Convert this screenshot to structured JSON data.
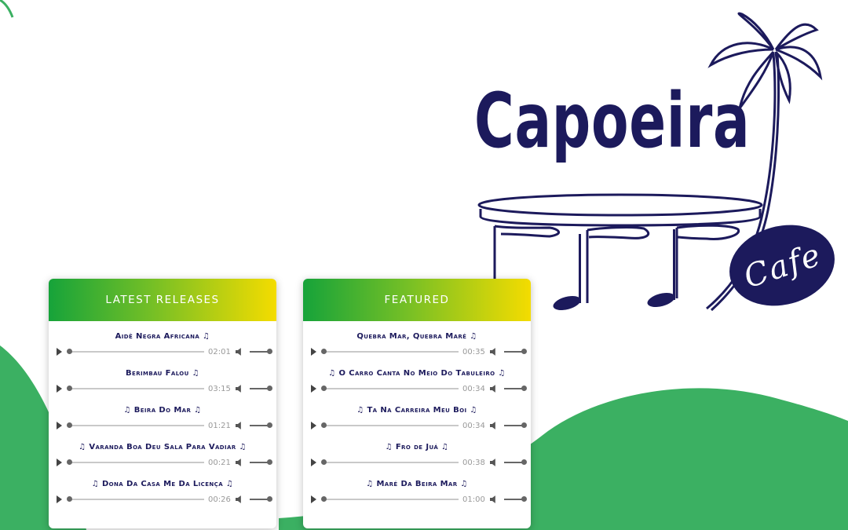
{
  "brand": {
    "name": "Capoeira",
    "sub": "Cafe",
    "navy": "#1c1a5c",
    "green": "#3bb062"
  },
  "latest": {
    "heading": "LATEST RELEASES",
    "tracks": [
      {
        "title": "Aidê Negra Africana ♫",
        "duration": "02:01"
      },
      {
        "title": "Berimbau Falou ♫",
        "duration": "03:15"
      },
      {
        "title": "♫ Beira Do Mar ♫",
        "duration": "01:21"
      },
      {
        "title": "♫ Varanda Boa Deu Sala Para Vadiar ♫",
        "duration": "00:21"
      },
      {
        "title": "♫ Dona Da Casa Me Da Licença ♫",
        "duration": "00:26"
      }
    ]
  },
  "featured": {
    "heading": "FEATURED",
    "tracks": [
      {
        "title": "Quebra Mar, Quebra Maré ♫",
        "duration": "00:35"
      },
      {
        "title": "♫ O Carro Canta No Meio Do Tabuleiro ♫",
        "duration": "00:34"
      },
      {
        "title": "♫ Ta Na Carreira Meu Boi ♫",
        "duration": "00:34"
      },
      {
        "title": "♫ Fro de Juá ♫",
        "duration": "00:38"
      },
      {
        "title": "♫ Maré Da Beira Mar ♫",
        "duration": "01:00"
      }
    ]
  }
}
